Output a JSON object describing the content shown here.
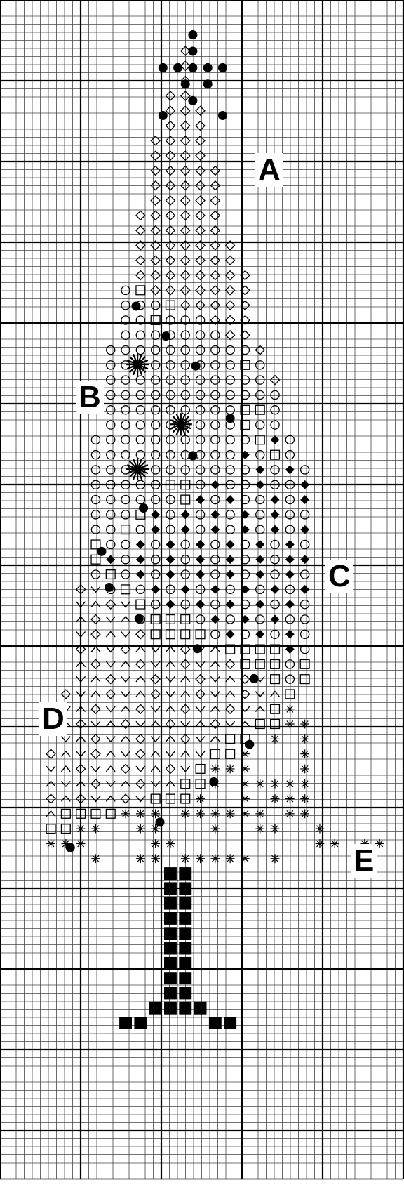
{
  "pattern": {
    "grid_columns": 50,
    "grid_rows": 146,
    "major_every": 10,
    "colors": {
      "background": "#ffffff",
      "grid_minor": "#444444",
      "grid_major": "#000000",
      "ink": "#000000"
    },
    "section_labels": [
      "A",
      "B",
      "C",
      "D",
      "E"
    ],
    "legend_symbols": {
      "diamond": "diamond-outline",
      "circle": "circle-outline",
      "square": "square-outline",
      "filled_diamond": "diamond-filled",
      "chevron_up": "chevron-up",
      "chevron_down": "chevron-down",
      "star": "asterisk",
      "filled_square": "square-filled",
      "dot": "french-knot",
      "starburst": "lazy-daisy-star"
    }
  }
}
